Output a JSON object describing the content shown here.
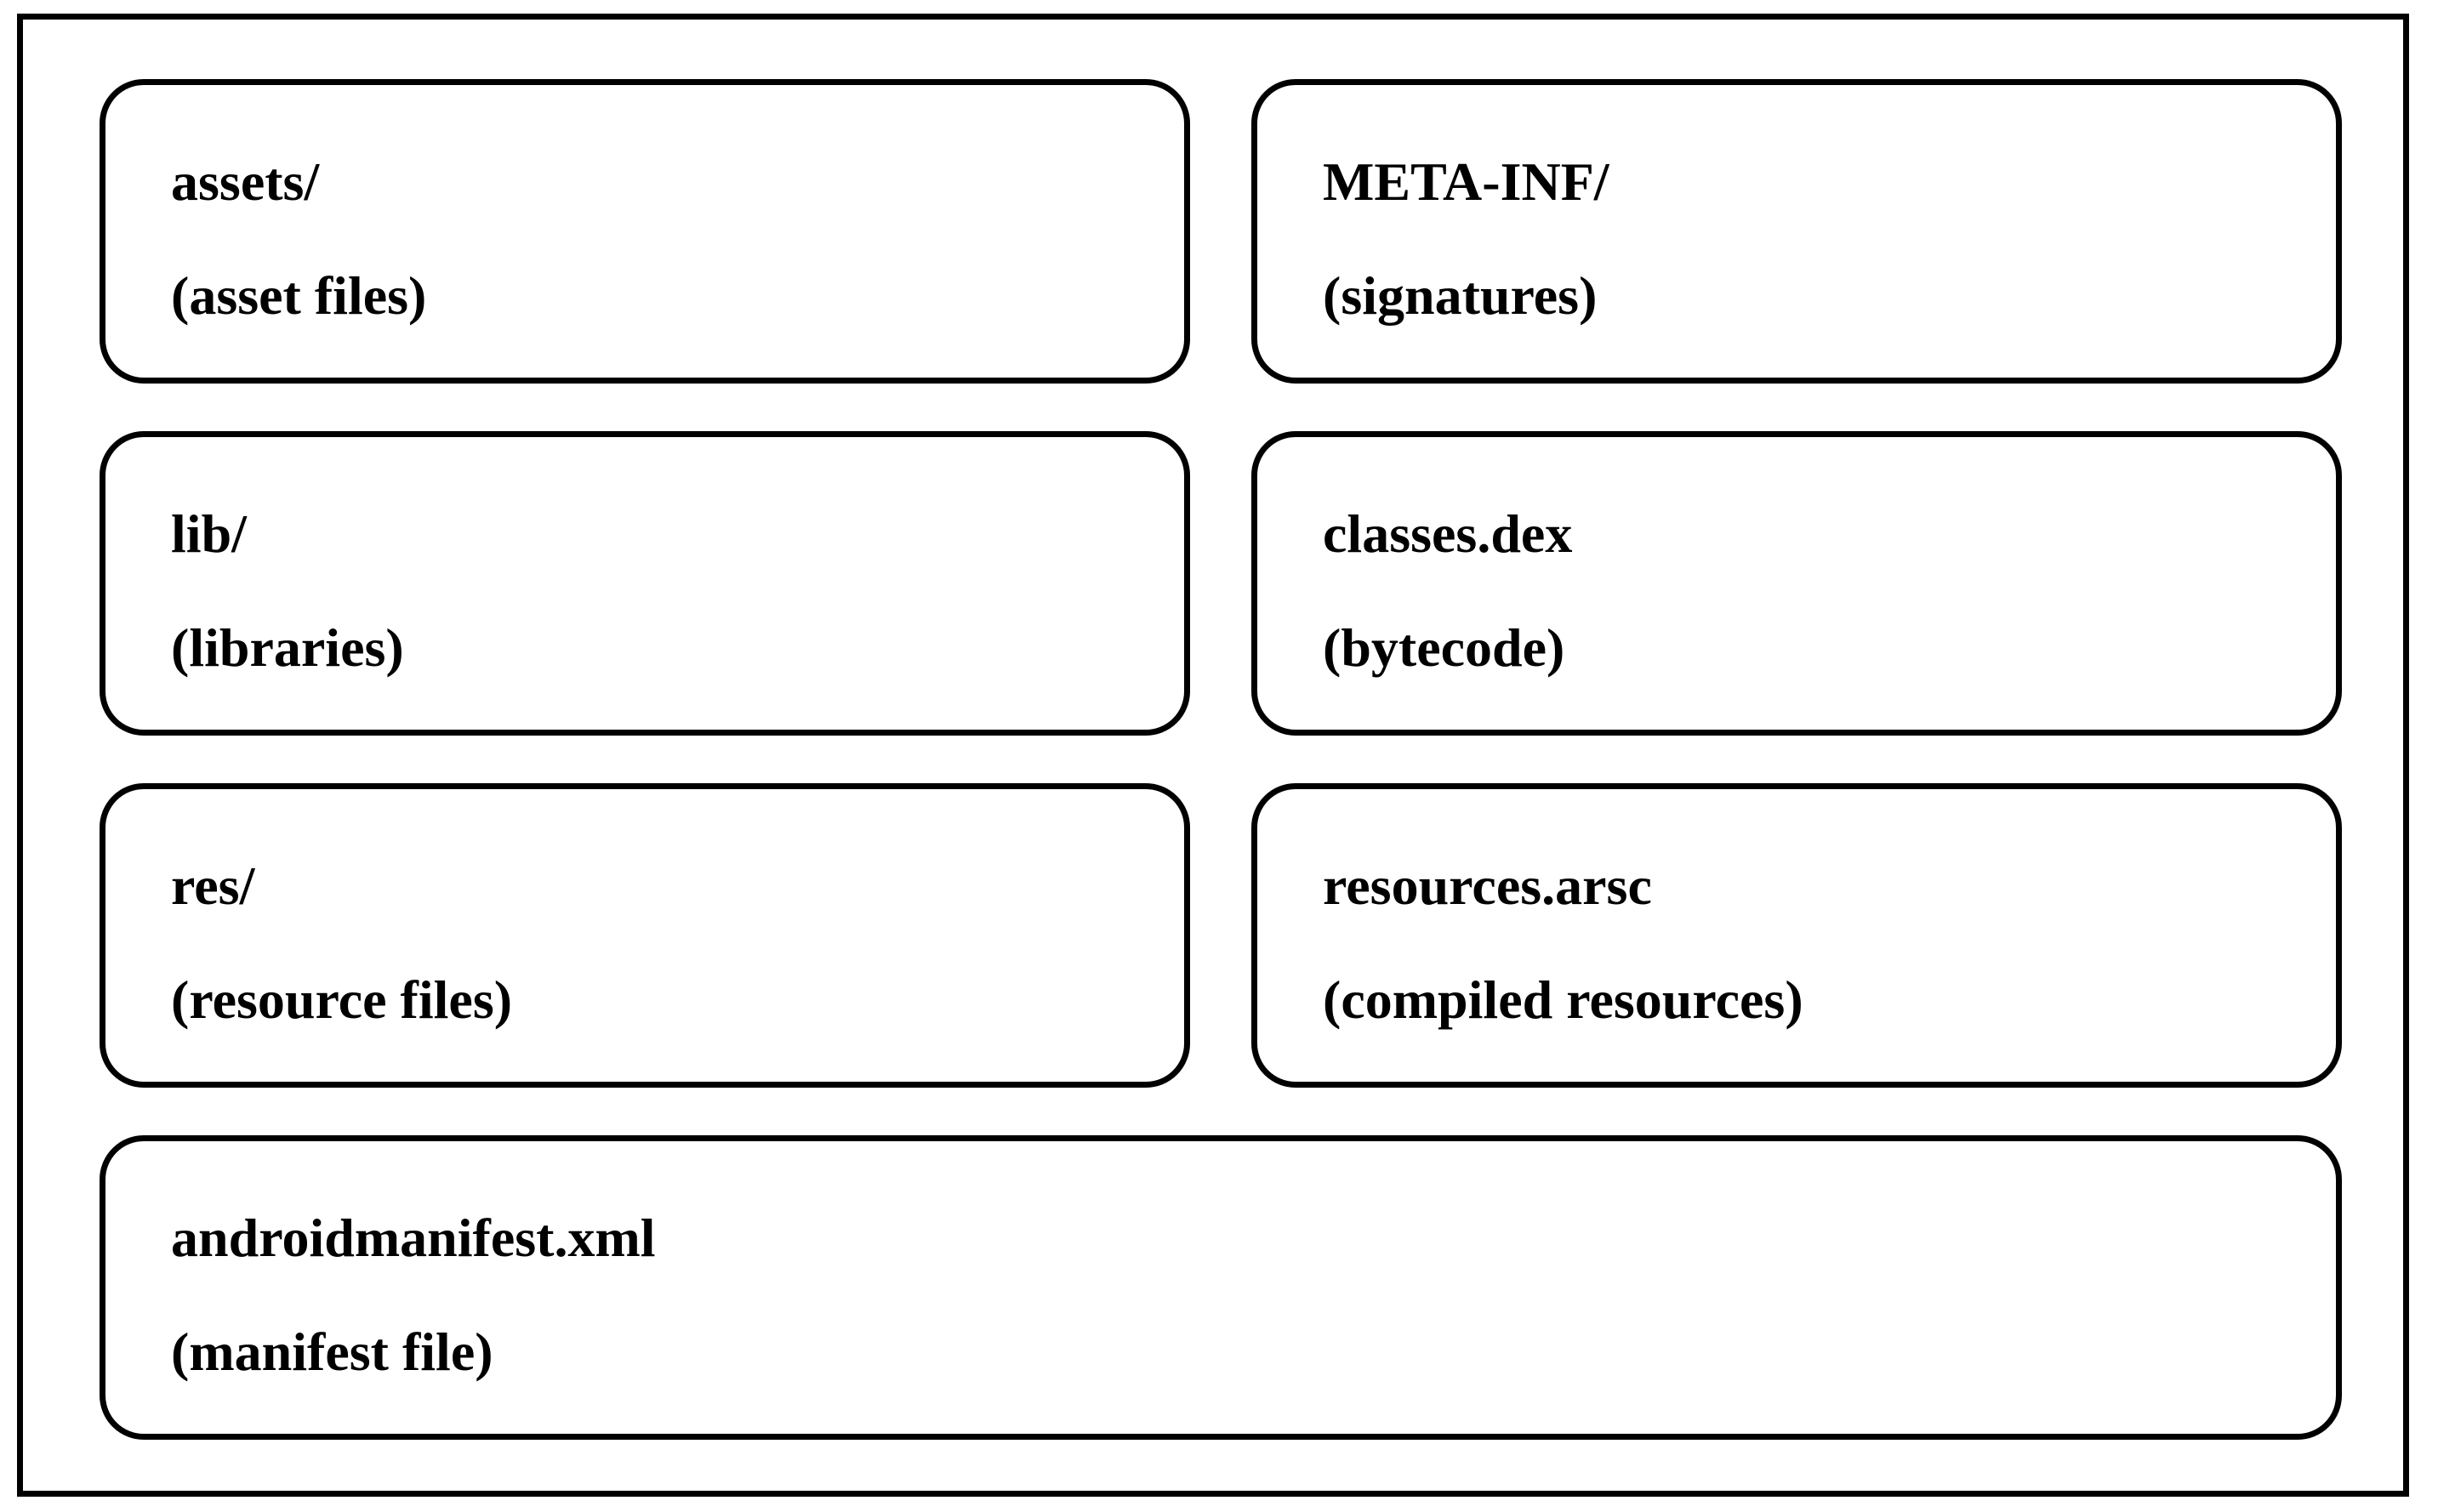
{
  "diagram": {
    "components": [
      {
        "id": "assets",
        "name": "assets/",
        "description": "(asset files)"
      },
      {
        "id": "meta-inf",
        "name": "META-INF/",
        "description": "(signatures)"
      },
      {
        "id": "lib",
        "name": "lib/",
        "description": "(libraries)"
      },
      {
        "id": "classes-dex",
        "name": "classes.dex",
        "description": "(bytecode)"
      },
      {
        "id": "res",
        "name": "res/",
        "description": "(resource files)"
      },
      {
        "id": "resources-arsc",
        "name": "resources.arsc",
        "description": "(compiled resources)"
      },
      {
        "id": "manifest",
        "name": "androidmanifest.xml",
        "description": "(manifest file)"
      }
    ],
    "colors": {
      "border": "#000000",
      "background": "#ffffff",
      "text": "#000000"
    }
  }
}
